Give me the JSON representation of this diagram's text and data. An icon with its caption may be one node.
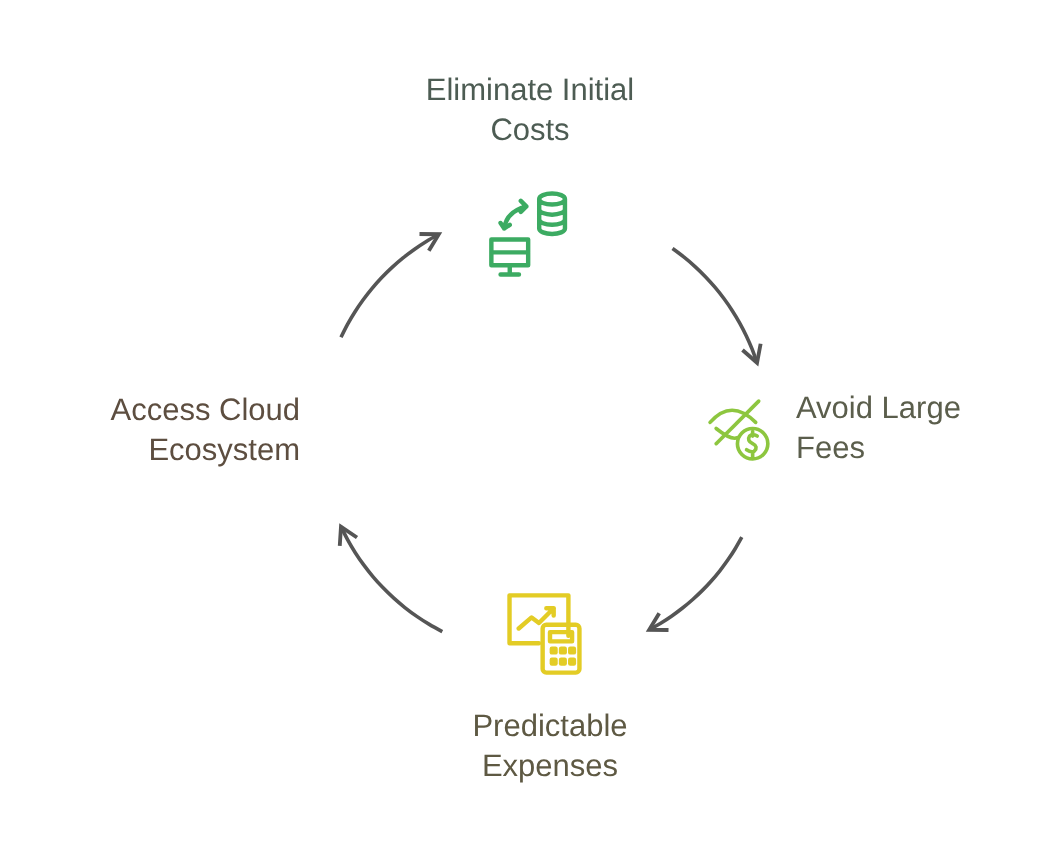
{
  "diagram": {
    "nodes": [
      {
        "text": [
          "Eliminate Initial Costs"
        ]
      },
      {
        "text": [
          "Avoid Large Fees"
        ]
      },
      {
        "text": [
          "Predictable Expenses"
        ]
      },
      {
        "text": [
          "Access Cloud Ecosystem"
        ]
      }
    ],
    "edges": [
      {
        "from": 0,
        "to": 1,
        "arrow": "to"
      },
      {
        "from": 1,
        "to": 2,
        "arrow": "to"
      },
      {
        "from": 2,
        "to": 3,
        "arrow": "to"
      },
      {
        "from": 3,
        "to": 0,
        "arrow": "to"
      }
    ]
  }
}
